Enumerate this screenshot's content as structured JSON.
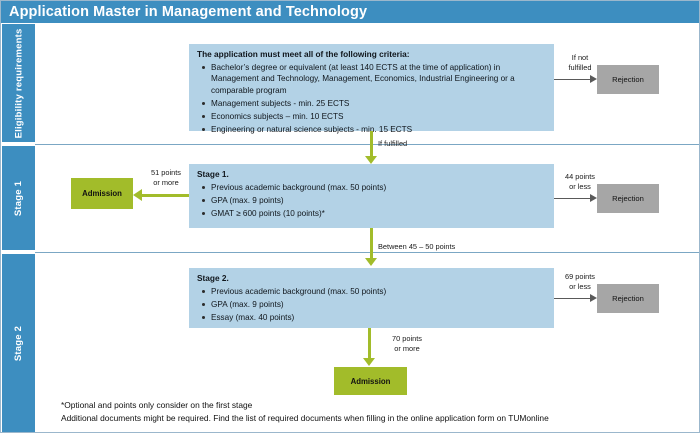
{
  "header": {
    "title": "Application Master in Management and Technology"
  },
  "rail": {
    "sections": [
      {
        "label": "Eligibility requirements"
      },
      {
        "label": "Stage 1"
      },
      {
        "label": "Stage 2"
      }
    ]
  },
  "eligibility_box": {
    "title": "The application must meet all of the following criteria:",
    "items": [
      "Bachelor’s degree or equivalent (at least 140 ECTS at the time of application) in Management and Technology, Management, Economics, Industrial Engineering or a comparable program",
      "Management subjects - min. 25 ECTS",
      "Economics subjects – min. 10 ECTS",
      "Engineering or natural science subjects - min. 15 ECTS"
    ]
  },
  "stage1_box": {
    "title": "Stage 1.",
    "items": [
      "Previous academic background (max. 50 points)",
      "GPA (max. 9 points)",
      "GMAT ≥ 600 points (10 points)*"
    ]
  },
  "stage2_box": {
    "title": "Stage 2.",
    "items": [
      "Previous academic background (max. 50 points)",
      "GPA (max. 9 points)",
      "Essay (max. 40 points)"
    ]
  },
  "outcomes": {
    "rejection_label": "Rejection",
    "admission_label": "Admission"
  },
  "edge_labels": {
    "if_not_fulfilled": "If not\nfulfilled",
    "if_fulfilled": "If fulfilled",
    "points_51_or_more": "51 points\nor more",
    "points_44_or_less": "44 points\nor less",
    "between_45_50": "Between 45 – 50 points",
    "points_69_or_less": "69 points\nor less",
    "points_70_or_more": "70 points\nor more"
  },
  "footnote": {
    "line1": "*Optional and points only consider on the first stage",
    "line2": "Additional documents might be required. Find the list of required documents when filling in the online application form on TUMonline"
  },
  "colors": {
    "header_blue": "#3d8ec0",
    "box_light_blue": "#b3d2e6",
    "admission_olive": "#a2bc2a",
    "rejection_gray": "#a6a6a6",
    "divider_blue": "#7ba7c4"
  }
}
